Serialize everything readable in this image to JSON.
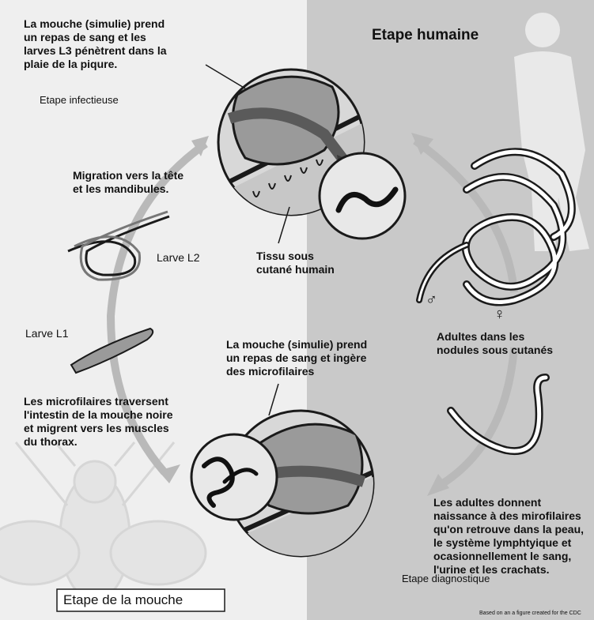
{
  "labels": {
    "stage_human": "Etape humaine",
    "stage_infective": "Etape infectieuse",
    "stage_fly": "Etape de la mouche",
    "stage_diagnostic": "Etape diagnostique",
    "fly_meal_l3": [
      "La mouche (simulie) prend",
      "un repas de sang et les",
      "larves L3 pénètrent dans la",
      "plaie de la piqure."
    ],
    "migration": [
      "Migration vers la tête",
      "et les mandibules."
    ],
    "larva_l2": "Larve L2",
    "larva_l1": "Larve L1",
    "tissue": [
      "Tissu sous",
      "cutané humain"
    ],
    "fly_meal_mf": [
      "La mouche (simulie) prend",
      "un repas de sang et ingère",
      "des microfilaires"
    ],
    "mf_cross": [
      "Les microfilaires traversent",
      "l'intestin de la mouche noire",
      "et migrent vers les muscles",
      "du thorax."
    ],
    "adults_nodules": [
      "Adultes dans les",
      "nodules sous cutanés"
    ],
    "adults_birth": [
      "Les adultes donnent",
      "naissance à des mirofilaires",
      "qu'on retrouve dans la peau,",
      "le système lymphtyique et",
      "ocasionnellement le sang,",
      "l'urine et les crachats."
    ],
    "male_symbol": "♂",
    "female_symbol": "♀",
    "credit": "Based on an a figure created for the CDC"
  },
  "colors": {
    "background_left": "#efefef",
    "background_right": "#c9c9c9",
    "cycle_arrow": "#b9b9b9",
    "dark": "#1a1a1a"
  }
}
